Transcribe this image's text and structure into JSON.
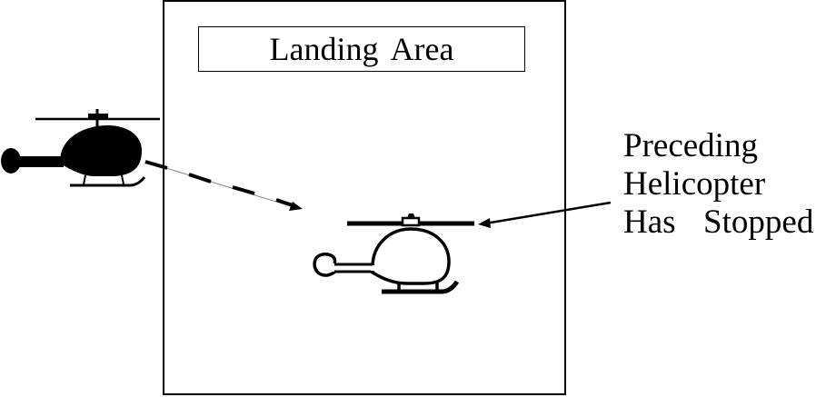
{
  "diagram": {
    "landing_area": {
      "label": "Landing Area"
    },
    "callout": {
      "lines": [
        "Preceding",
        "Helicopter",
        "Has  Stopped"
      ]
    },
    "elements": {
      "approaching_helicopter": "filled-helicopter-icon",
      "stopped_helicopter": "outline-helicopter-icon",
      "approach_path": "dashed-arrow",
      "callout_pointer": "solid-arrow"
    },
    "colors": {
      "stroke": "#000000",
      "background": "#ffffff"
    }
  }
}
